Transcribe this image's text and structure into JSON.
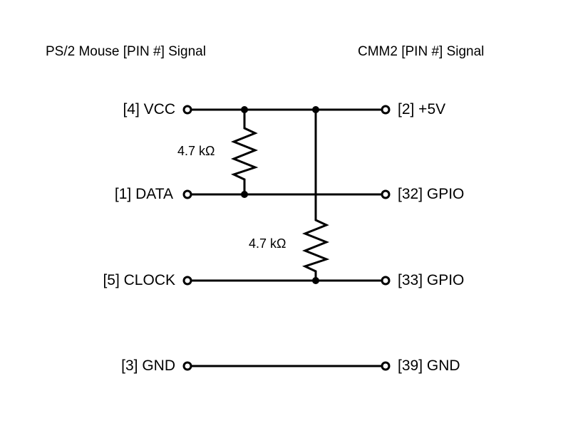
{
  "headers": {
    "left": "PS/2 Mouse [PIN #] Signal",
    "right": "CMM2 [PIN #] Signal"
  },
  "left_pins": [
    {
      "label": "[4] VCC"
    },
    {
      "label": "[1] DATA"
    },
    {
      "label": "[5] CLOCK"
    },
    {
      "label": "[3] GND"
    }
  ],
  "right_pins": [
    {
      "label": "[2] +5V"
    },
    {
      "label": "[32] GPIO"
    },
    {
      "label": "[33] GPIO"
    },
    {
      "label": "[39] GND"
    }
  ],
  "resistors": [
    {
      "value": "4.7 kΩ",
      "connects": "VCC to DATA"
    },
    {
      "value": "4.7 kΩ",
      "connects": "VCC to CLOCK"
    }
  ],
  "colors": {
    "wire": "#000000",
    "background": "#ffffff"
  }
}
